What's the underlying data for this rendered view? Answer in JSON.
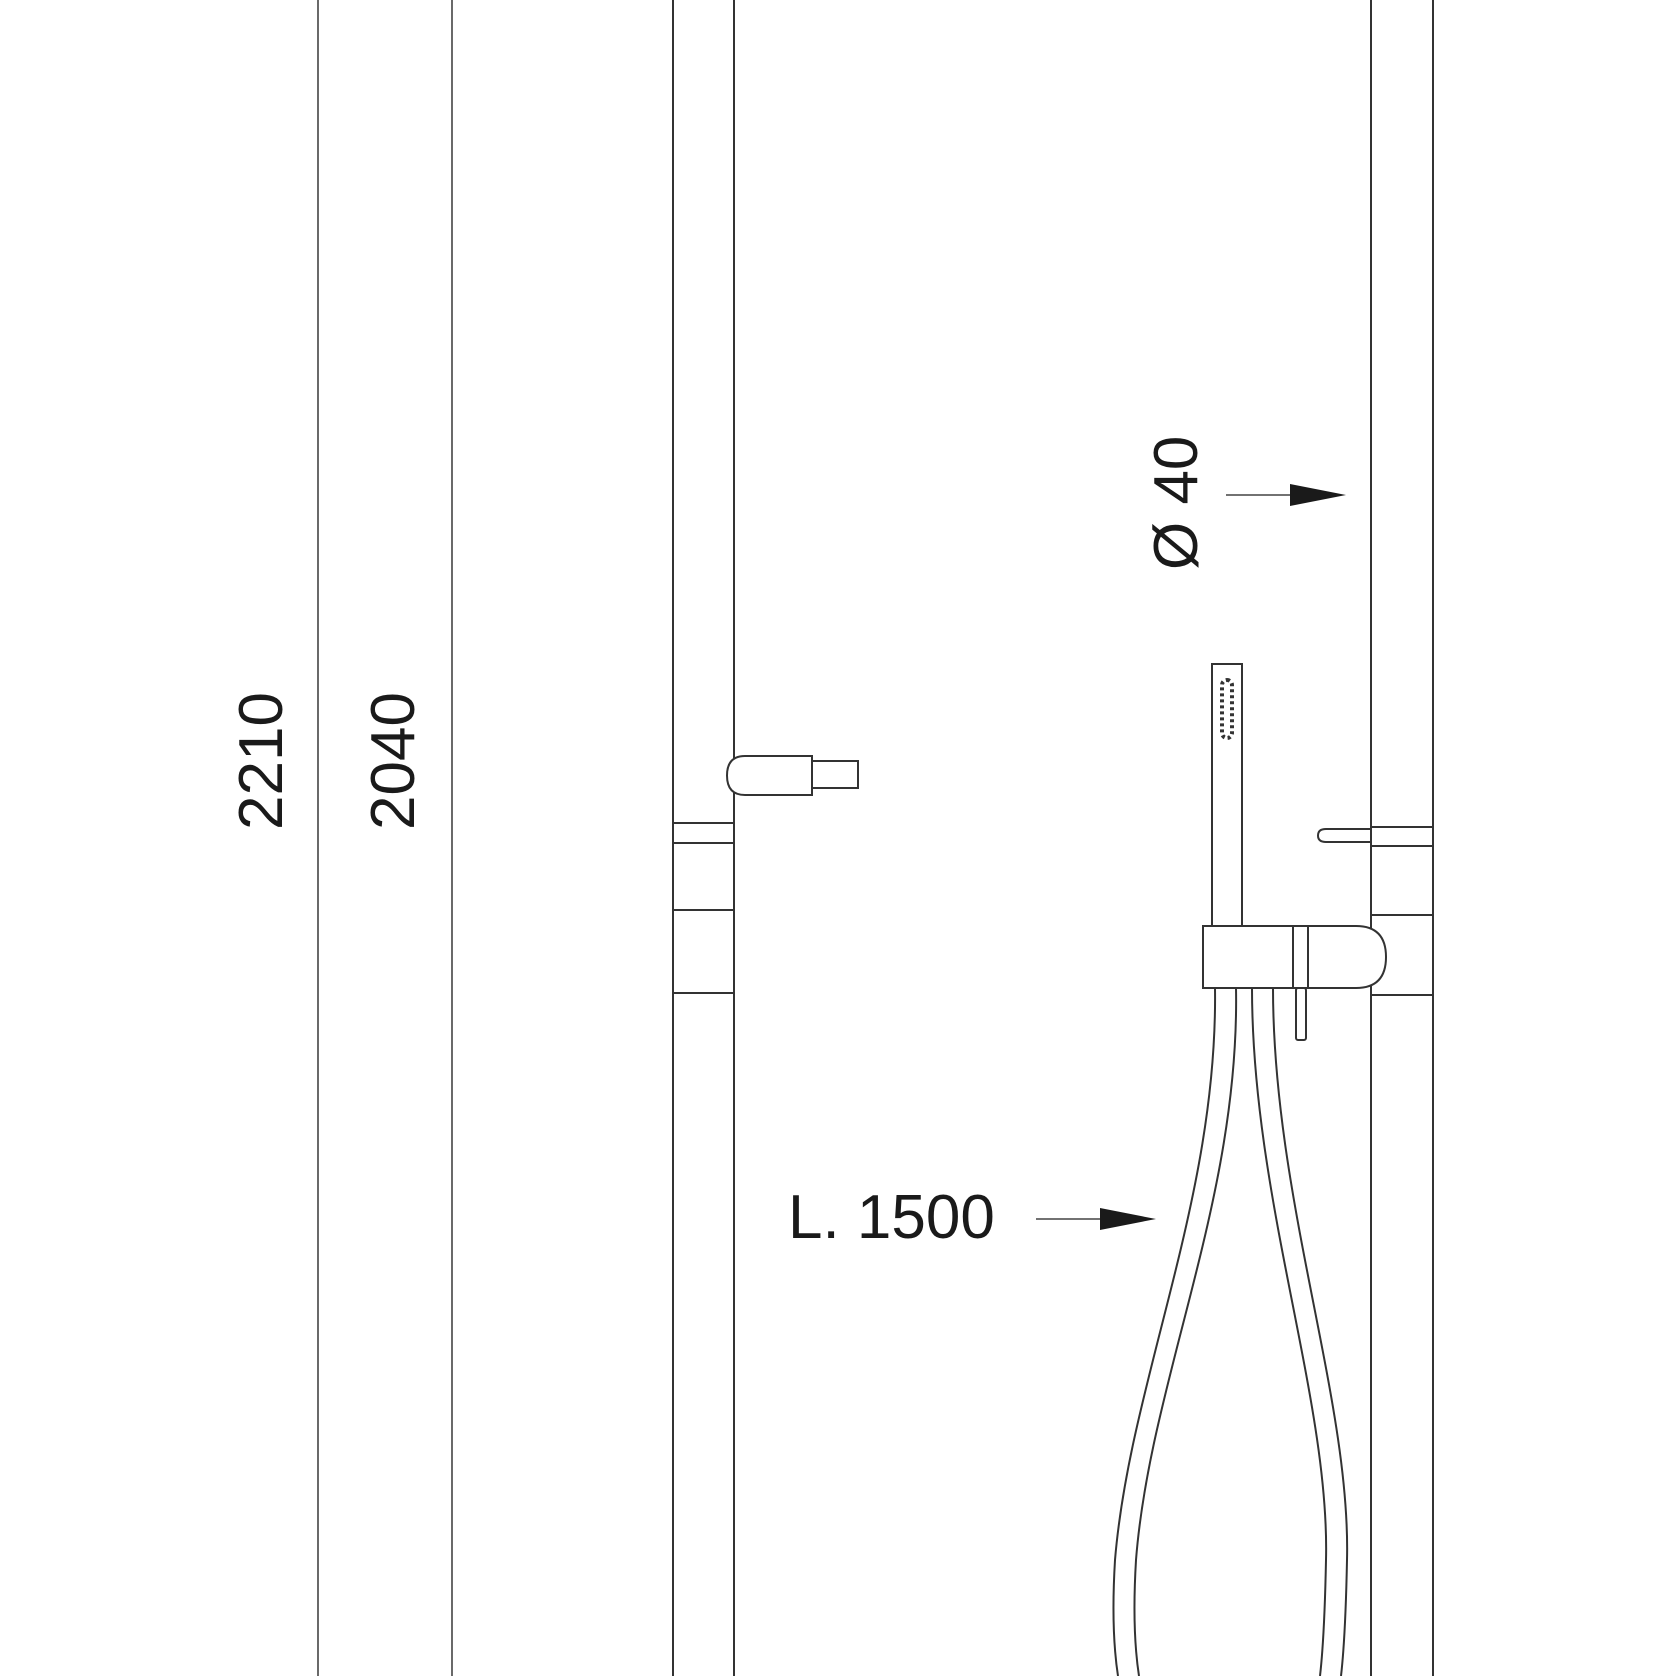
{
  "dimensions": {
    "overall_height": "2210",
    "outlet_height": "2040",
    "column_diameter": "Ø 40",
    "hose_length": "L. 1500"
  },
  "colors": {
    "line": "#333333",
    "text": "#1a1a1a",
    "background": "#ffffff"
  }
}
